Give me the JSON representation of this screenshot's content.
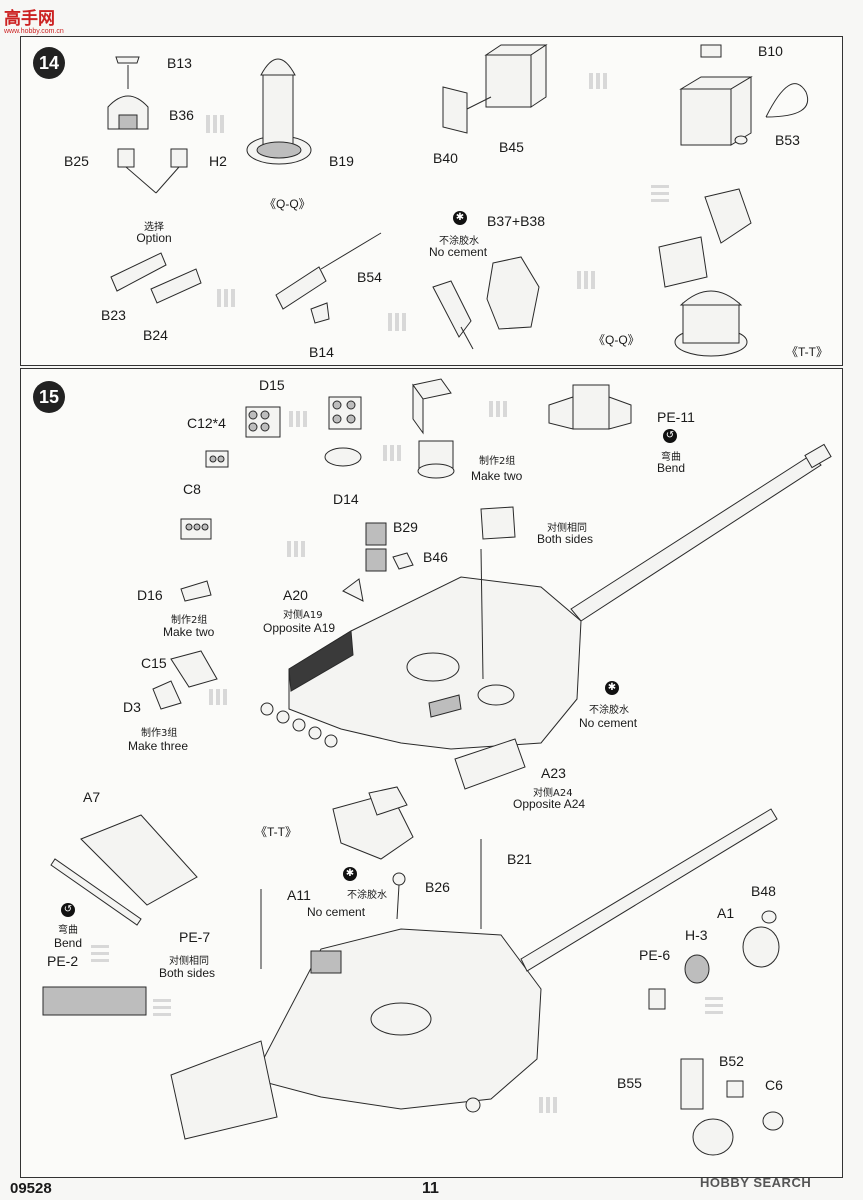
{
  "header": {
    "logo_text": "高手网",
    "logo_sub": "www.hobby.com.cn"
  },
  "step14": {
    "number": "14",
    "labels": {
      "B13": "B13",
      "B36": "B36",
      "B25": "B25",
      "H2": "H2",
      "option_cn": "选择",
      "option_en": "Option",
      "B19": "B19",
      "QQ1": "《Q-Q》",
      "B40": "B40",
      "B45": "B45",
      "B10": "B10",
      "B53": "B53",
      "B23": "B23",
      "B24": "B24",
      "B54": "B54",
      "B14": "B14",
      "nocement_cn": "不涂胶水",
      "nocement_en": "No cement",
      "B37B38": "B37+B38",
      "QQ2": "《Q-Q》",
      "TT1": "《T-T》"
    }
  },
  "step15": {
    "number": "15",
    "labels": {
      "D15": "D15",
      "C12x4": "C12*4",
      "D14": "D14",
      "maketwo1_cn": "制作2组",
      "maketwo1_en": "Make two",
      "PE11": "PE-11",
      "bend1_cn": "弯曲",
      "bend1_en": "Bend",
      "C8": "C8",
      "B29": "B29",
      "bothsides1_cn": "对侧相同",
      "bothsides1_en": "Both sides",
      "B46": "B46",
      "D16": "D16",
      "maketwo2_cn": "制作2组",
      "maketwo2_en": "Make two",
      "A20": "A20",
      "oppA19_cn": "对侧A19",
      "oppA19_en": "Opposite A19",
      "C15": "C15",
      "D3": "D3",
      "makethree_cn": "制作3组",
      "makethree_en": "Make three",
      "nocement2_cn": "不涂胶水",
      "nocement2_en": "No cement",
      "A23": "A23",
      "oppA24_cn": "对侧A24",
      "oppA24_en": "Opposite A24",
      "A7": "A7",
      "TT2": "《T-T》",
      "B21": "B21",
      "A11": "A11",
      "nocement3_cn": "不涂胶水",
      "nocement3_en": "No cement",
      "B26": "B26",
      "bend2_cn": "弯曲",
      "bend2_en": "Bend",
      "PE7": "PE-7",
      "bothsides2_cn": "对侧相同",
      "bothsides2_en": "Both sides",
      "PE2": "PE-2",
      "B48": "B48",
      "A1": "A1",
      "H3": "H-3",
      "PE6": "PE-6",
      "B52": "B52",
      "B55": "B55",
      "C6": "C6"
    }
  },
  "footer": {
    "code": "09528",
    "page": "11",
    "watermark": "HOBBY SEARCH"
  }
}
